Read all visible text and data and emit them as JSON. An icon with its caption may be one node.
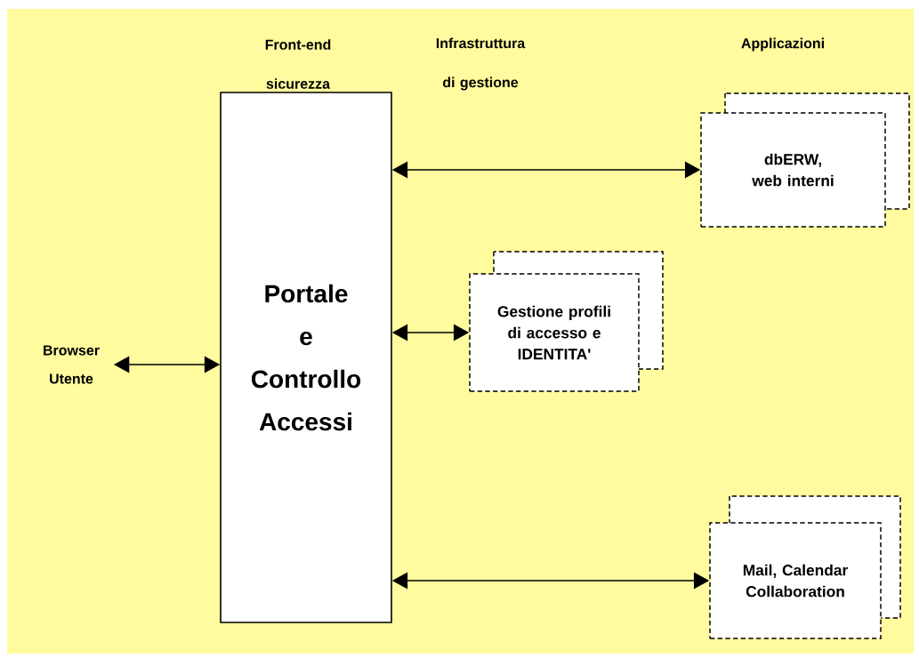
{
  "diagram": {
    "nodes": [
      {
        "text": [
          "Browser Utente"
        ]
      },
      {
        "text": [
          "Portale e Controllo Accessi"
        ]
      },
      {
        "text": [
          "dbERW, web interni"
        ]
      },
      {
        "text": [
          "Gestione profili di accesso e IDENTITA'"
        ]
      },
      {
        "text": [
          "Mail, Calendar Collaboration"
        ]
      }
    ],
    "edges": [
      {
        "from": 0,
        "to": 1,
        "arrow": "both"
      },
      {
        "from": 1,
        "to": 2,
        "arrow": "both"
      },
      {
        "from": 1,
        "to": 3,
        "arrow": "both"
      },
      {
        "from": 1,
        "to": 4,
        "arrow": "both"
      }
    ],
    "labels": [
      "Front-end sicurezza",
      "Infrastruttura di gestione",
      "Applicazioni"
    ]
  }
}
